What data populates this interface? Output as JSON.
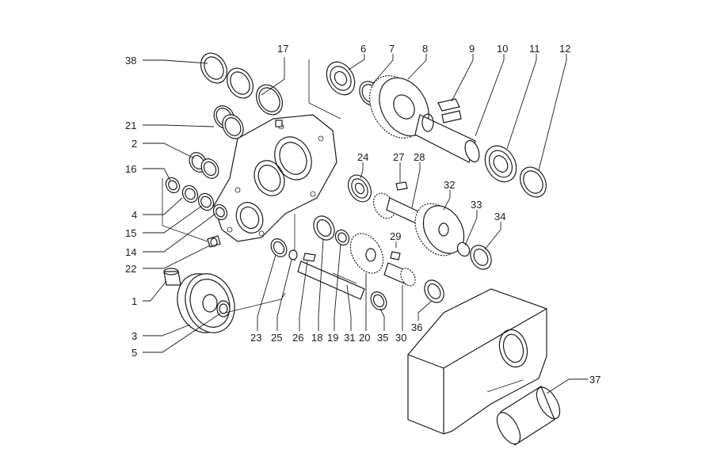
{
  "diagram": {
    "callouts": [
      "1",
      "2",
      "3",
      "4",
      "5",
      "6",
      "7",
      "8",
      "9",
      "10",
      "11",
      "12",
      "14",
      "15",
      "16",
      "17",
      "18",
      "19",
      "20",
      "21",
      "22",
      "23",
      "24",
      "25",
      "26",
      "27",
      "28",
      "29",
      "30",
      "31",
      "32",
      "33",
      "34",
      "35",
      "36",
      "37",
      "38"
    ]
  },
  "labels": {
    "l38": "38",
    "l17": "17",
    "l6": "6",
    "l7": "7",
    "l8": "8",
    "l9": "9",
    "l10": "10",
    "l11": "11",
    "l12": "12",
    "l21": "21",
    "l2": "2",
    "l16": "16",
    "l4": "4",
    "l15": "15",
    "l14": "14",
    "l22": "22",
    "l1": "1",
    "l3": "3",
    "l5": "5",
    "l24": "24",
    "l27": "27",
    "l28": "28",
    "l32": "32",
    "l33": "33",
    "l34": "34",
    "l29": "29",
    "l23": "23",
    "l25": "25",
    "l26": "26",
    "l18": "18",
    "l19": "19",
    "l31": "31",
    "l20": "20",
    "l35": "35",
    "l30": "30",
    "l36": "36",
    "l37": "37"
  }
}
